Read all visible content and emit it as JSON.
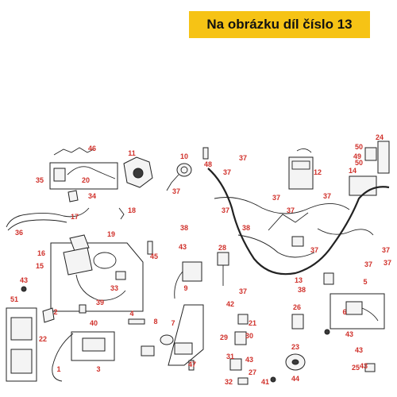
{
  "banner": {
    "text": "Na obrázku díl číslo 13"
  },
  "colors": {
    "banner_bg": "#f6c315",
    "callout": "#d0302a",
    "line": "#222222"
  },
  "callouts": [
    "1",
    "2",
    "3",
    "4",
    "5",
    "6",
    "7",
    "8",
    "9",
    "10",
    "11",
    "12",
    "13",
    "14",
    "15",
    "16",
    "17",
    "18",
    "19",
    "20",
    "21",
    "22",
    "23",
    "24",
    "25",
    "26",
    "27",
    "28",
    "29",
    "30",
    "31",
    "32",
    "33",
    "34",
    "35",
    "36",
    "37",
    "38",
    "39",
    "40",
    "41",
    "42",
    "43",
    "44",
    "45",
    "46",
    "47",
    "48",
    "49",
    "50",
    "51"
  ]
}
